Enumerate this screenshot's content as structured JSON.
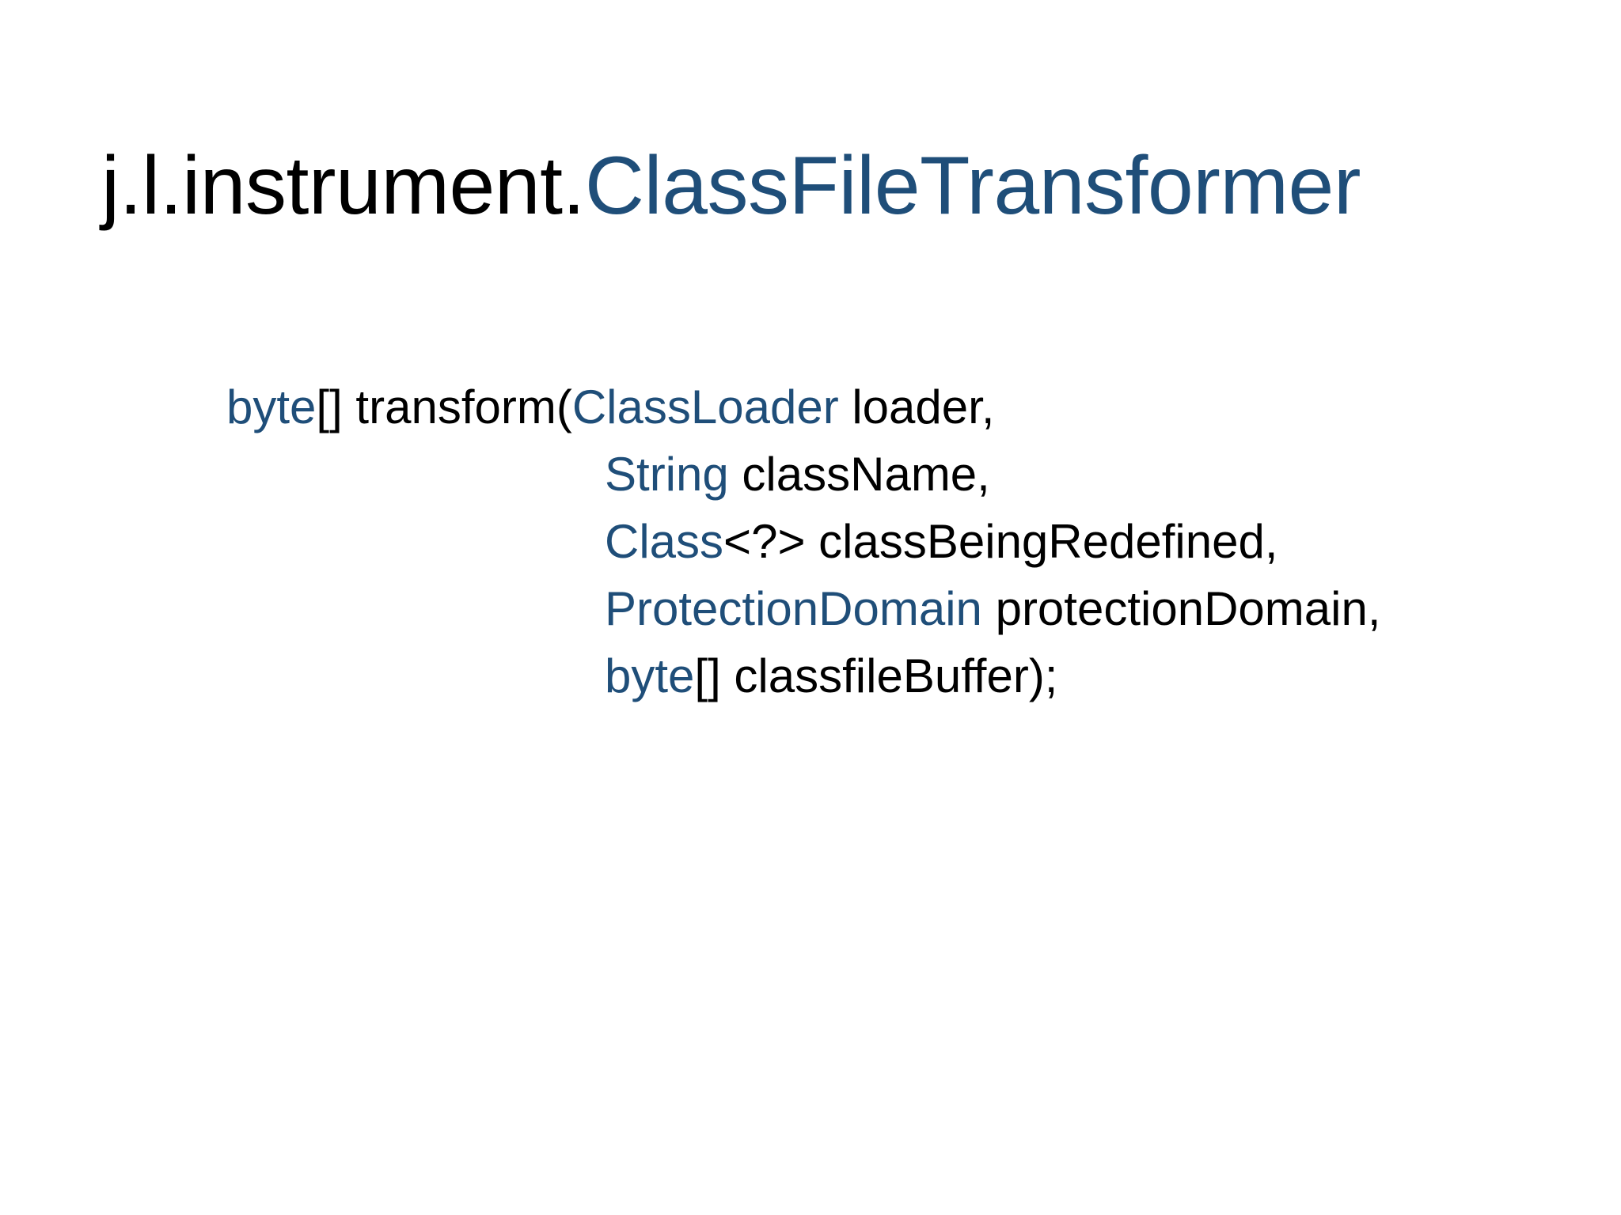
{
  "slide": {
    "background_color": "#FFFFFF",
    "title": {
      "plain_prefix": "j.l.instrument.",
      "type_name": "ClassFileTransformer",
      "full_text": "j.l.instrument.ClassFileTransformer"
    },
    "colors": {
      "type_blue": "#1F4E79",
      "body_black": "#000000",
      "background": "#FFFFFF"
    },
    "signature": {
      "full_text": "byte[] transform(ClassLoader loader,\n                 String className,\n                 Class<?> classBeingRedefined,\n                 ProtectionDomain protectionDomain,\n                 byte[] classfileBuffer);",
      "lines": [
        {
          "indented": false,
          "tokens": [
            {
              "text": "byte",
              "kind": "type"
            },
            {
              "text": "[] transform(",
              "kind": "plain"
            },
            {
              "text": "ClassLoader",
              "kind": "type"
            },
            {
              "text": " loader,",
              "kind": "plain"
            }
          ]
        },
        {
          "indented": true,
          "tokens": [
            {
              "text": "String",
              "kind": "type"
            },
            {
              "text": " className,",
              "kind": "plain"
            }
          ]
        },
        {
          "indented": true,
          "tokens": [
            {
              "text": "Class",
              "kind": "type"
            },
            {
              "text": "<?> classBeingRedefined,",
              "kind": "plain"
            }
          ]
        },
        {
          "indented": true,
          "tokens": [
            {
              "text": "ProtectionDomain",
              "kind": "type"
            },
            {
              "text": " protectionDomain,",
              "kind": "plain"
            }
          ]
        },
        {
          "indented": true,
          "tokens": [
            {
              "text": "byte",
              "kind": "type"
            },
            {
              "text": "[] classfileBuffer);",
              "kind": "plain"
            }
          ]
        }
      ]
    }
  }
}
